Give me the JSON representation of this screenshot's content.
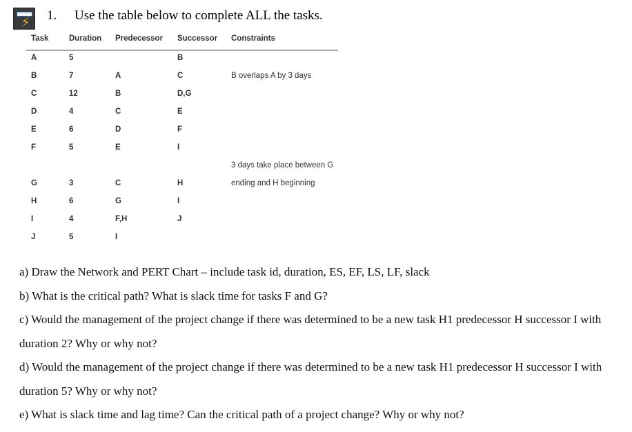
{
  "heading": {
    "icon": "presentation-bolt-icon",
    "number": "1.",
    "text": "Use the table below to complete ALL the tasks."
  },
  "table": {
    "columns": [
      "Task",
      "Duration",
      "Predecessor",
      "Successor",
      "Constraints"
    ],
    "rows": [
      {
        "task": "A",
        "duration": "5",
        "predecessor": "",
        "successor": "B",
        "constraints": ""
      },
      {
        "task": "B",
        "duration": "7",
        "predecessor": "A",
        "successor": "C",
        "constraints": "B overlaps A by 3 days"
      },
      {
        "task": "C",
        "duration": "12",
        "predecessor": "B",
        "successor": "D,G",
        "constraints": ""
      },
      {
        "task": "D",
        "duration": "4",
        "predecessor": "C",
        "successor": "E",
        "constraints": ""
      },
      {
        "task": "E",
        "duration": "6",
        "predecessor": "D",
        "successor": "F",
        "constraints": ""
      },
      {
        "task": "F",
        "duration": "5",
        "predecessor": "E",
        "successor": "I",
        "constraints": ""
      },
      {
        "task": "",
        "duration": "",
        "predecessor": "",
        "successor": "",
        "constraints": "3 days take place between G"
      },
      {
        "task": "G",
        "duration": "3",
        "predecessor": "C",
        "successor": "H",
        "constraints": "ending and H beginning"
      },
      {
        "task": "H",
        "duration": "6",
        "predecessor": "G",
        "successor": "I",
        "constraints": ""
      },
      {
        "task": "I",
        "duration": "4",
        "predecessor": "F,H",
        "successor": "J",
        "constraints": ""
      },
      {
        "task": "J",
        "duration": "5",
        "predecessor": "I",
        "successor": "",
        "constraints": ""
      }
    ]
  },
  "questions": [
    {
      "label": "a)",
      "text": "a) Draw the Network and PERT Chart – include task id, duration, ES, EF, LS, LF, slack"
    },
    {
      "label": "b)",
      "text": "b) What is the critical path? What is slack time for tasks F and G?"
    },
    {
      "label": "c)",
      "text": "c) Would the management of the project change if there was determined to be a new task H1 predecessor H successor I with duration 2? Why or why not?"
    },
    {
      "label": "d)",
      "text": "d) Would the management of the project change if there was determined to be a new task H1 predecessor H successor I with duration 5? Why or why not?"
    },
    {
      "label": "e)",
      "text": "e) What is slack time and lag time? Can the critical path of a project change? Why or why not?"
    }
  ],
  "colors": {
    "page_background": "#ffffff",
    "table_text": "#2f3136",
    "table_rule": "#a6a6a6",
    "body_text": "#111111",
    "icon_background": "#3a3a3a",
    "icon_bolt": "#d8a23c",
    "icon_bar_border": "#2f6fb5"
  }
}
